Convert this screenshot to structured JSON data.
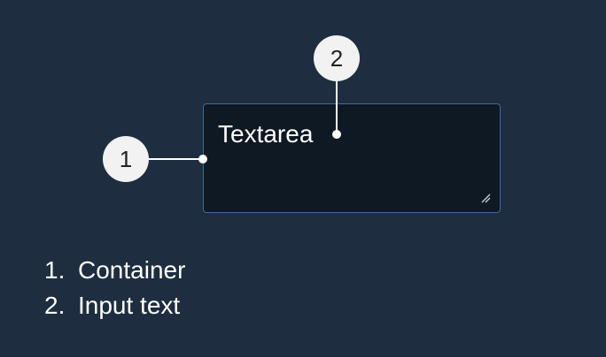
{
  "textarea": {
    "text": "Textarea"
  },
  "callouts": [
    {
      "number": "1"
    },
    {
      "number": "2"
    }
  ],
  "legend": [
    {
      "number": "1.",
      "label": "Container"
    },
    {
      "number": "2.",
      "label": "Input text"
    }
  ],
  "colors": {
    "background": "#1e2d40",
    "field_background": "#0f1923",
    "field_border": "#3d6b9a",
    "badge": "#f2f2f2",
    "text": "#ffffff"
  }
}
